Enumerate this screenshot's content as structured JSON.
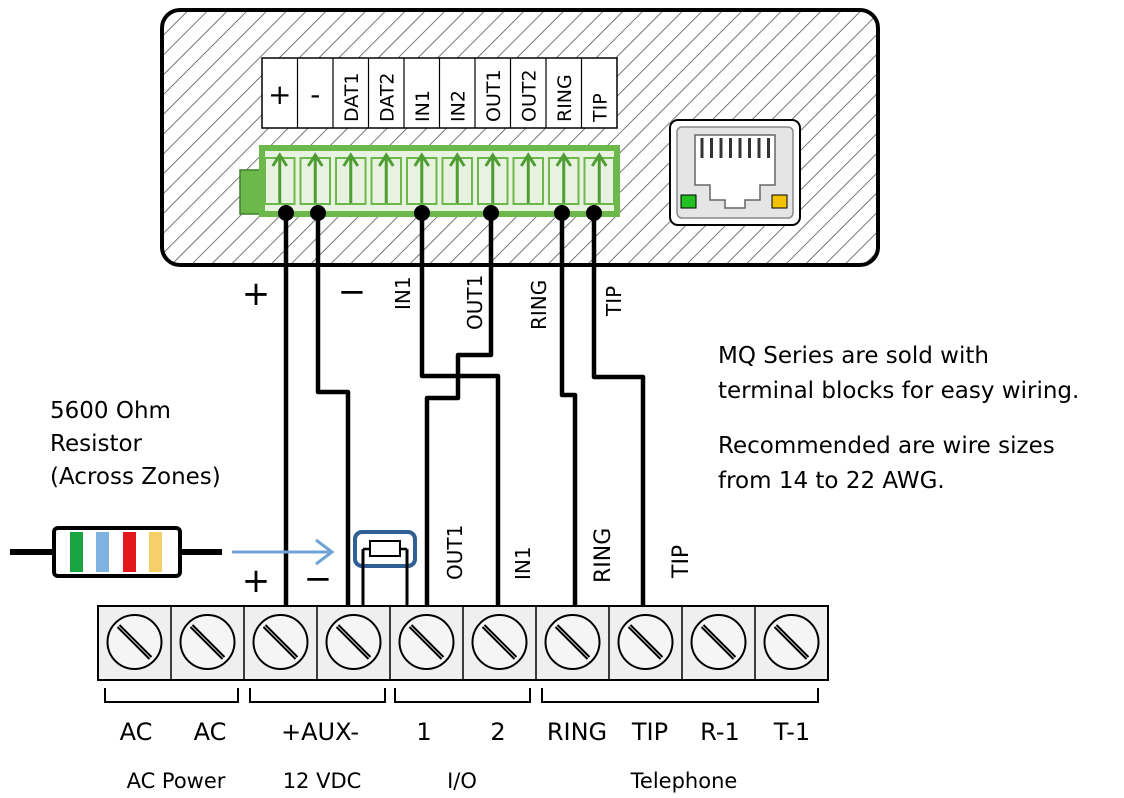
{
  "device": {
    "terminal_labels": [
      "+",
      "-",
      "DAT1",
      "DAT2",
      "IN1",
      "IN2",
      "OUT1",
      "OUT2",
      "RING",
      "TIP"
    ],
    "connector_icon": "rj45-jack-icon",
    "led_colors": {
      "left": "#22c022",
      "right": "#f2c200"
    }
  },
  "wire_labels": {
    "top": {
      "plus": "+",
      "minus": "−",
      "in1": "IN1",
      "out1": "OUT1",
      "ring": "RING",
      "tip": "TIP"
    },
    "bottom": {
      "plus": "+",
      "minus": "−",
      "out1": "OUT1",
      "in1": "IN1",
      "ring": "RING",
      "tip": "TIP"
    }
  },
  "resistor": {
    "label_lines": [
      "5600 Ohm",
      "Resistor",
      "(Across Zones)"
    ],
    "band_colors": [
      "#19a341",
      "#7fb2e0",
      "#e3171c",
      "#f5cf6a"
    ],
    "arrow_color": "#6fa3d8"
  },
  "panel": {
    "terminal_labels": [
      "AC",
      "AC",
      "+AUX-",
      "1",
      "2",
      "RING",
      "TIP",
      "R-1",
      "T-1"
    ],
    "group_labels": [
      "AC Power",
      "12 VDC",
      "I/O",
      "Telephone"
    ]
  },
  "notes": {
    "line1": "MQ Series are sold with",
    "line2": "terminal blocks for easy wiring.",
    "line3": "Recommended are wire sizes",
    "line4": "from 14 to 22 AWG."
  },
  "colors": {
    "terminal_green": "#6cb84b",
    "terminal_fill": "#e7f2e1",
    "wire": "#000000"
  }
}
